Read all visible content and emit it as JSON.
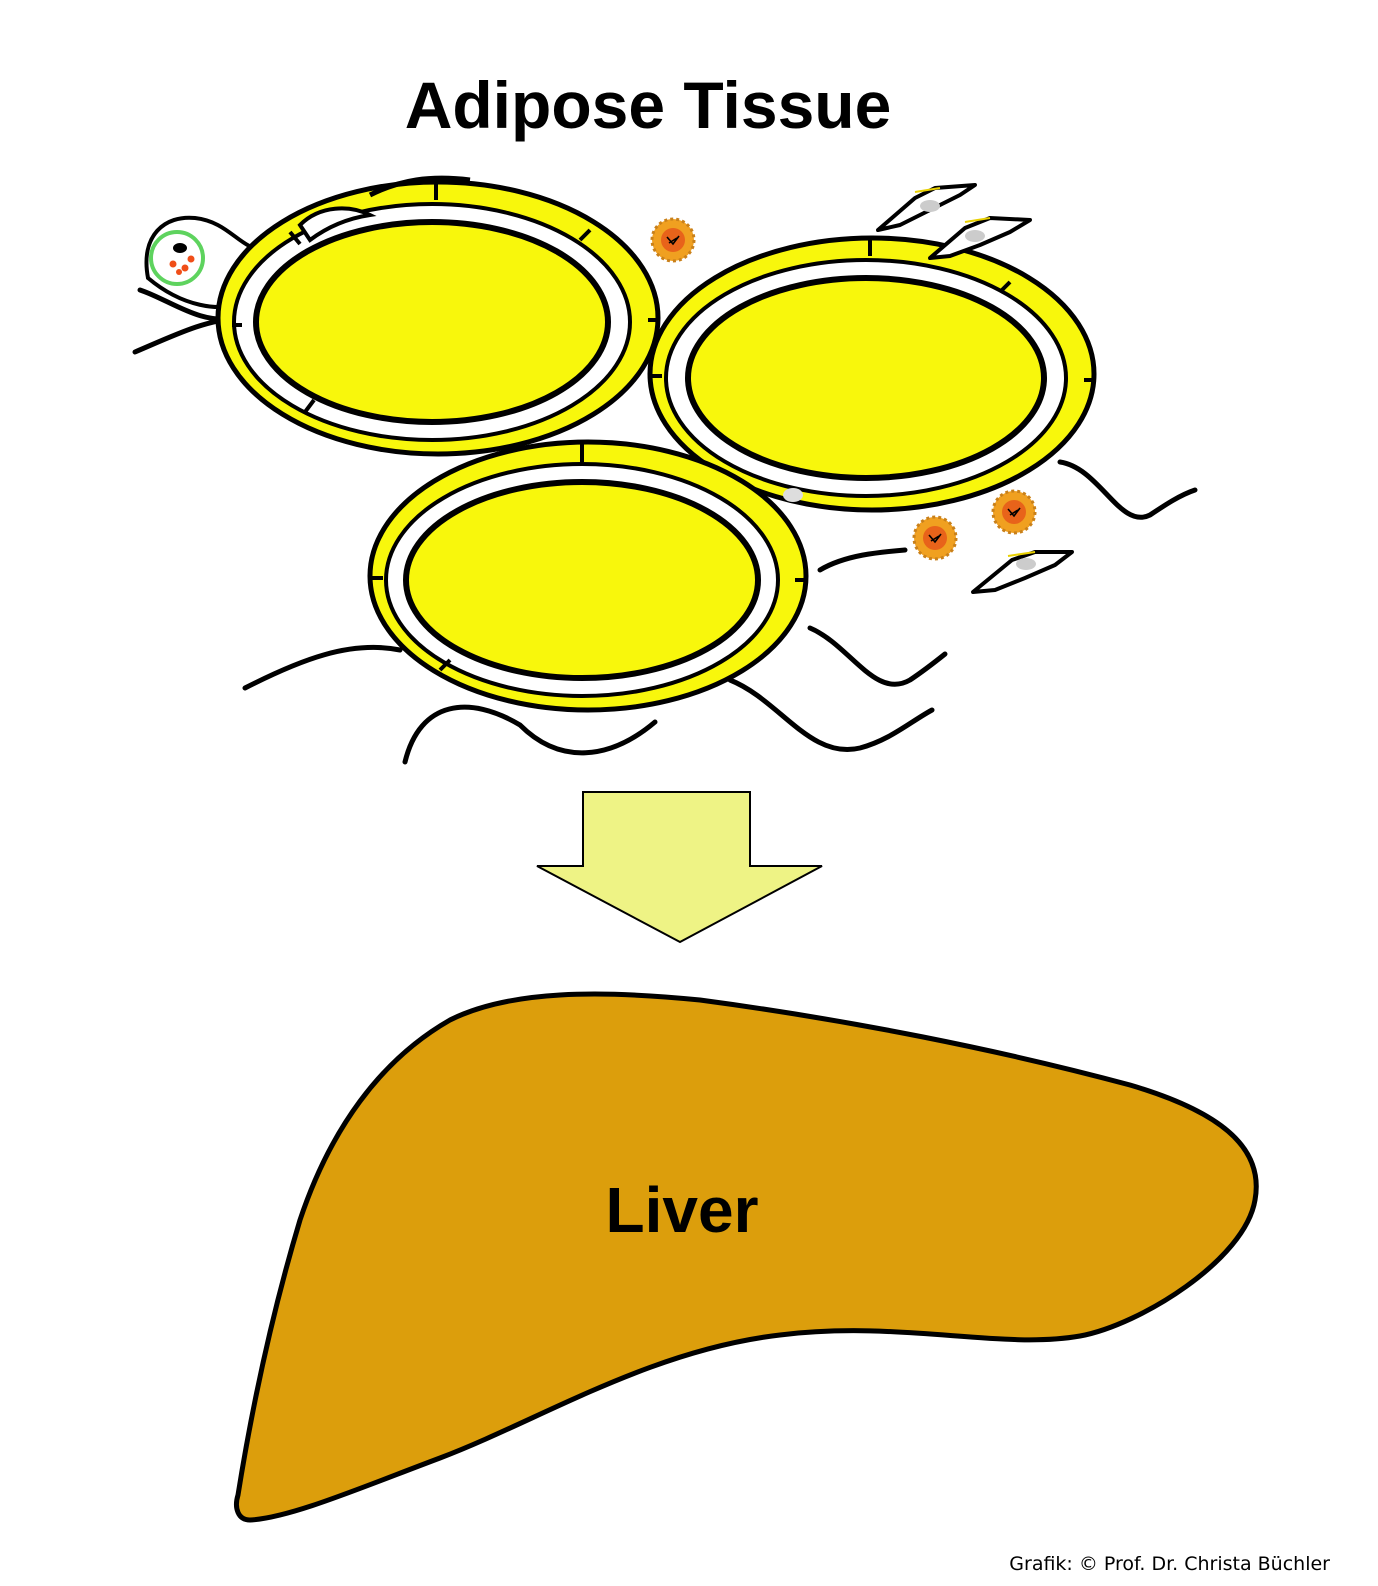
{
  "diagram": {
    "title": "Adipose Tissue",
    "organ_label": "Liver",
    "credit": "Grafik: © Prof. Dr. Christa Büchler"
  },
  "colors": {
    "lipid_droplet": "#f8f70c",
    "outline": "#000000",
    "arrow_fill": "#eef385",
    "liver_fill": "#dc9e0c",
    "immune_cell": "#f0a020",
    "immune_nucleus": "#e8631a",
    "stem_cell_ring": "#5ed35e",
    "stem_cell_dot": "#f04e18",
    "fibroblast_fill": "#ffffff",
    "background": "#ffffff"
  },
  "icons": {
    "adipocyte": "adipocyte-icon",
    "immune_cell": "immune-cell-icon",
    "fibroblast": "fibroblast-icon",
    "stem_cell": "stem-cell-icon",
    "arrow": "arrow-down-icon",
    "liver": "liver-icon"
  }
}
